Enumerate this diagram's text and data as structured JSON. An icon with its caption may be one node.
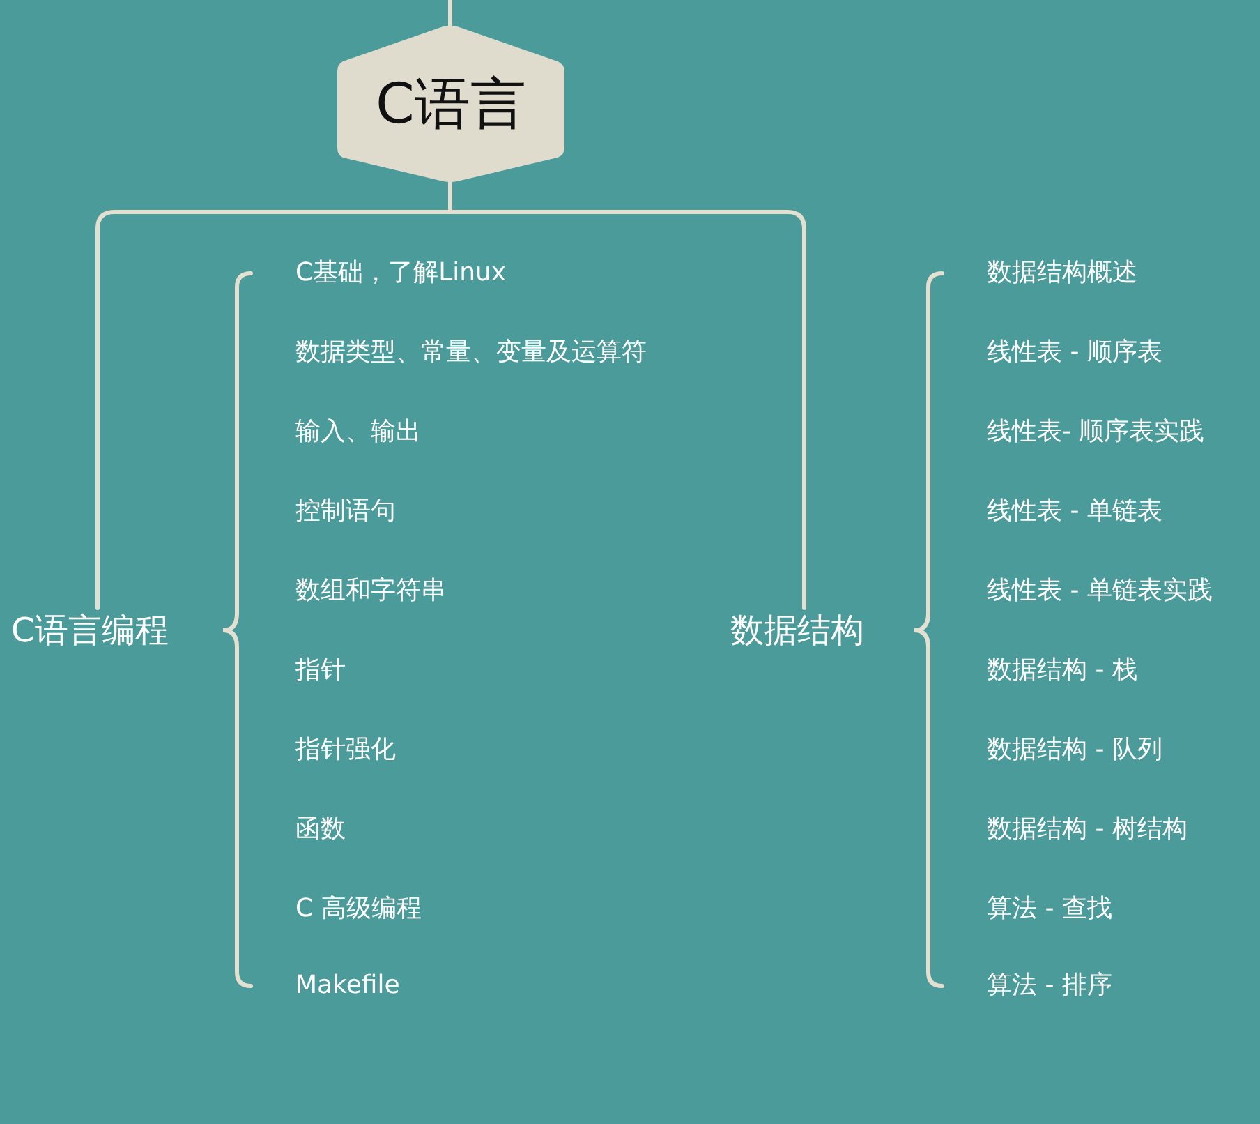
{
  "diagram": {
    "nodes": [
      {
        "text": [
          "C语言"
        ]
      },
      {
        "text": [
          "C语言编程"
        ]
      },
      {
        "text": [
          "数据结构"
        ]
      },
      {
        "text": [
          "C基础，了解Linux"
        ]
      },
      {
        "text": [
          "数据类型、常量、变量及运算符"
        ]
      },
      {
        "text": [
          "输入、输出"
        ]
      },
      {
        "text": [
          "控制语句"
        ]
      },
      {
        "text": [
          "数组和字符串"
        ]
      },
      {
        "text": [
          "指针"
        ]
      },
      {
        "text": [
          "指针强化"
        ]
      },
      {
        "text": [
          "函数"
        ]
      },
      {
        "text": [
          "C 高级编程"
        ]
      },
      {
        "text": [
          "Makefile"
        ]
      },
      {
        "text": [
          "数据结构概述"
        ]
      },
      {
        "text": [
          "线性表 - 顺序表"
        ]
      },
      {
        "text": [
          "线性表- 顺序表实践"
        ]
      },
      {
        "text": [
          "线性表 - 单链表"
        ]
      },
      {
        "text": [
          "线性表 - 单链表实践"
        ]
      },
      {
        "text": [
          "数据结构 - 栈"
        ]
      },
      {
        "text": [
          "数据结构 - 队列"
        ]
      },
      {
        "text": [
          "数据结构 - 树结构"
        ]
      },
      {
        "text": [
          "算法 - 查找"
        ]
      },
      {
        "text": [
          "算法 - 排序"
        ]
      }
    ],
    "edges": [
      {
        "from": null,
        "to": 0,
        "arrow": "none"
      },
      {
        "from": 0,
        "to": 1,
        "arrow": "none"
      },
      {
        "from": 0,
        "to": 2,
        "arrow": "none"
      }
    ]
  }
}
